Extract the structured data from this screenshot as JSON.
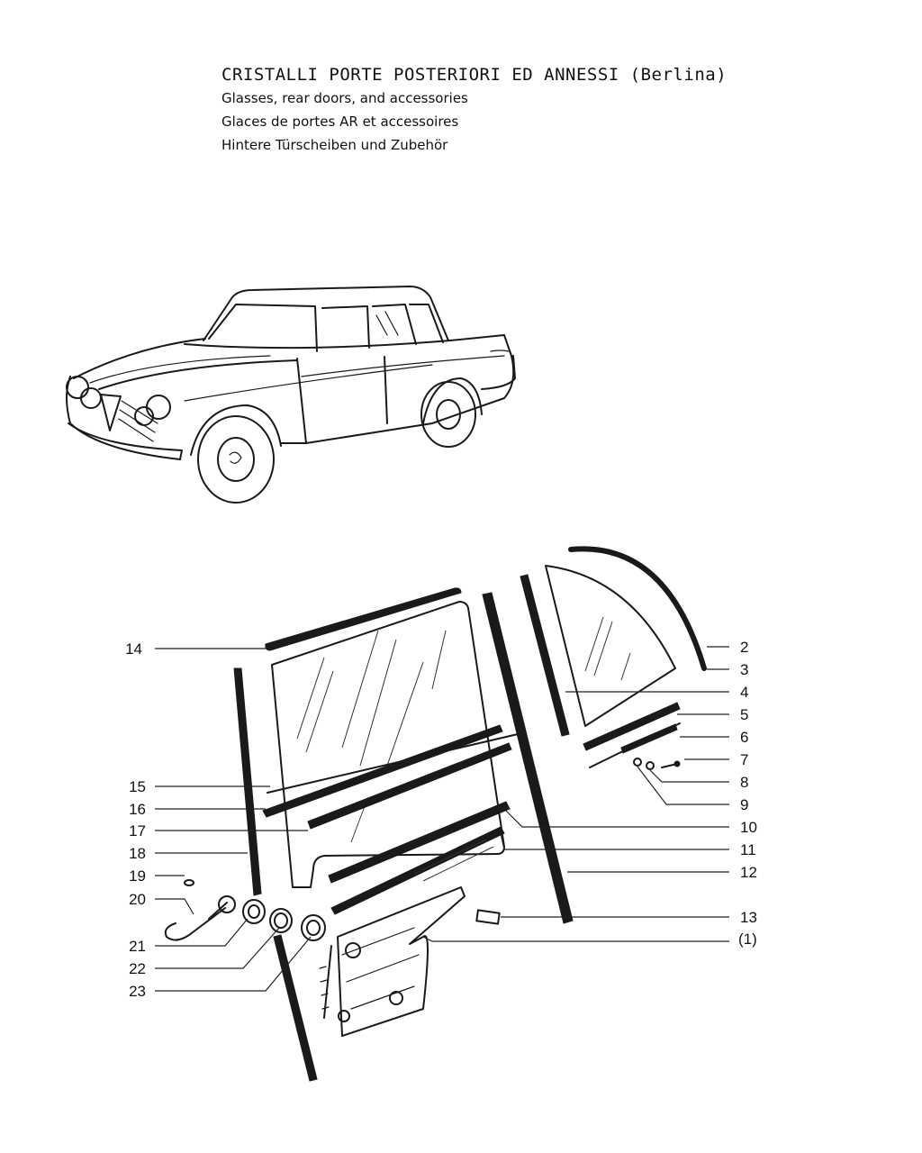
{
  "header": {
    "title_it": "CRISTALLI PORTE POSTERIORI ED ANNESSI (Berlina)",
    "title_en": "Glasses, rear doors, and accessories",
    "title_fr": "Glaces de portes AR et accessoires",
    "title_de": "Hintere Türscheiben und Zubehör"
  },
  "callouts": {
    "left": [
      {
        "label": "14"
      },
      {
        "label": "15"
      },
      {
        "label": "16"
      },
      {
        "label": "17"
      },
      {
        "label": "18"
      },
      {
        "label": "19"
      },
      {
        "label": "20"
      },
      {
        "label": "21"
      },
      {
        "label": "22"
      },
      {
        "label": "23"
      }
    ],
    "right": [
      {
        "label": "2"
      },
      {
        "label": "3"
      },
      {
        "label": "4"
      },
      {
        "label": "5"
      },
      {
        "label": "6"
      },
      {
        "label": "7"
      },
      {
        "label": "8"
      },
      {
        "label": "9"
      },
      {
        "label": "10"
      },
      {
        "label": "11"
      },
      {
        "label": "12"
      },
      {
        "label": "13"
      },
      {
        "label": "(1)"
      }
    ]
  }
}
